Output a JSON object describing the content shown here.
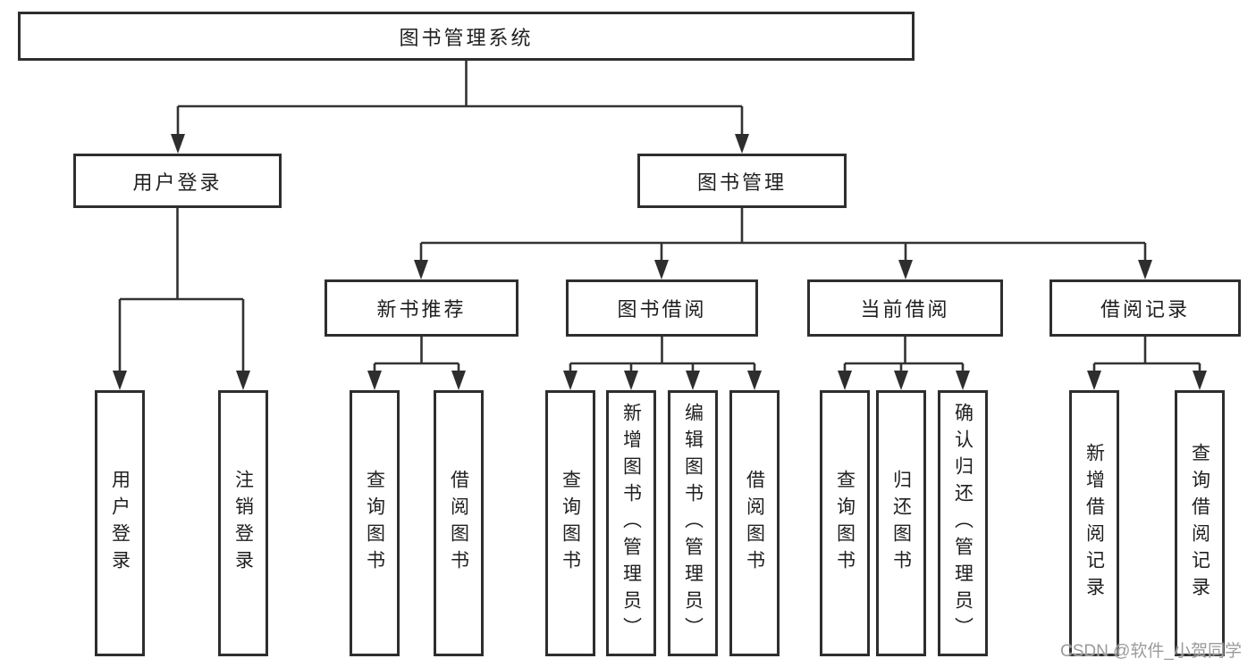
{
  "tree": {
    "root": {
      "label": "图书管理系统"
    },
    "user_login": {
      "label": "用户登录",
      "children": [
        "用户登录",
        "注销登录"
      ]
    },
    "book_management": {
      "label": "图书管理"
    },
    "new_book_recommend": {
      "label": "新书推荐",
      "children": [
        "查询图书",
        "借阅图书"
      ]
    },
    "book_borrow": {
      "label": "图书借阅",
      "children": [
        "查询图书",
        "新增图书（管理员）",
        "编辑图书（管理员）",
        "借阅图书"
      ]
    },
    "current_borrow": {
      "label": "当前借阅",
      "children": [
        "查询图书",
        "归还图书",
        "确认归还（管理员）"
      ]
    },
    "borrow_records": {
      "label": "借阅记录",
      "children": [
        "新增借阅记录",
        "查询借阅记录"
      ]
    }
  },
  "watermark": {
    "text": "CSDN @软件_小贺同学"
  },
  "colors": {
    "line": "#333333",
    "box_border": "#2e2e2e",
    "text": "#1f1f1f",
    "watermark": "#9b9b9b",
    "background": "#ffffff"
  }
}
